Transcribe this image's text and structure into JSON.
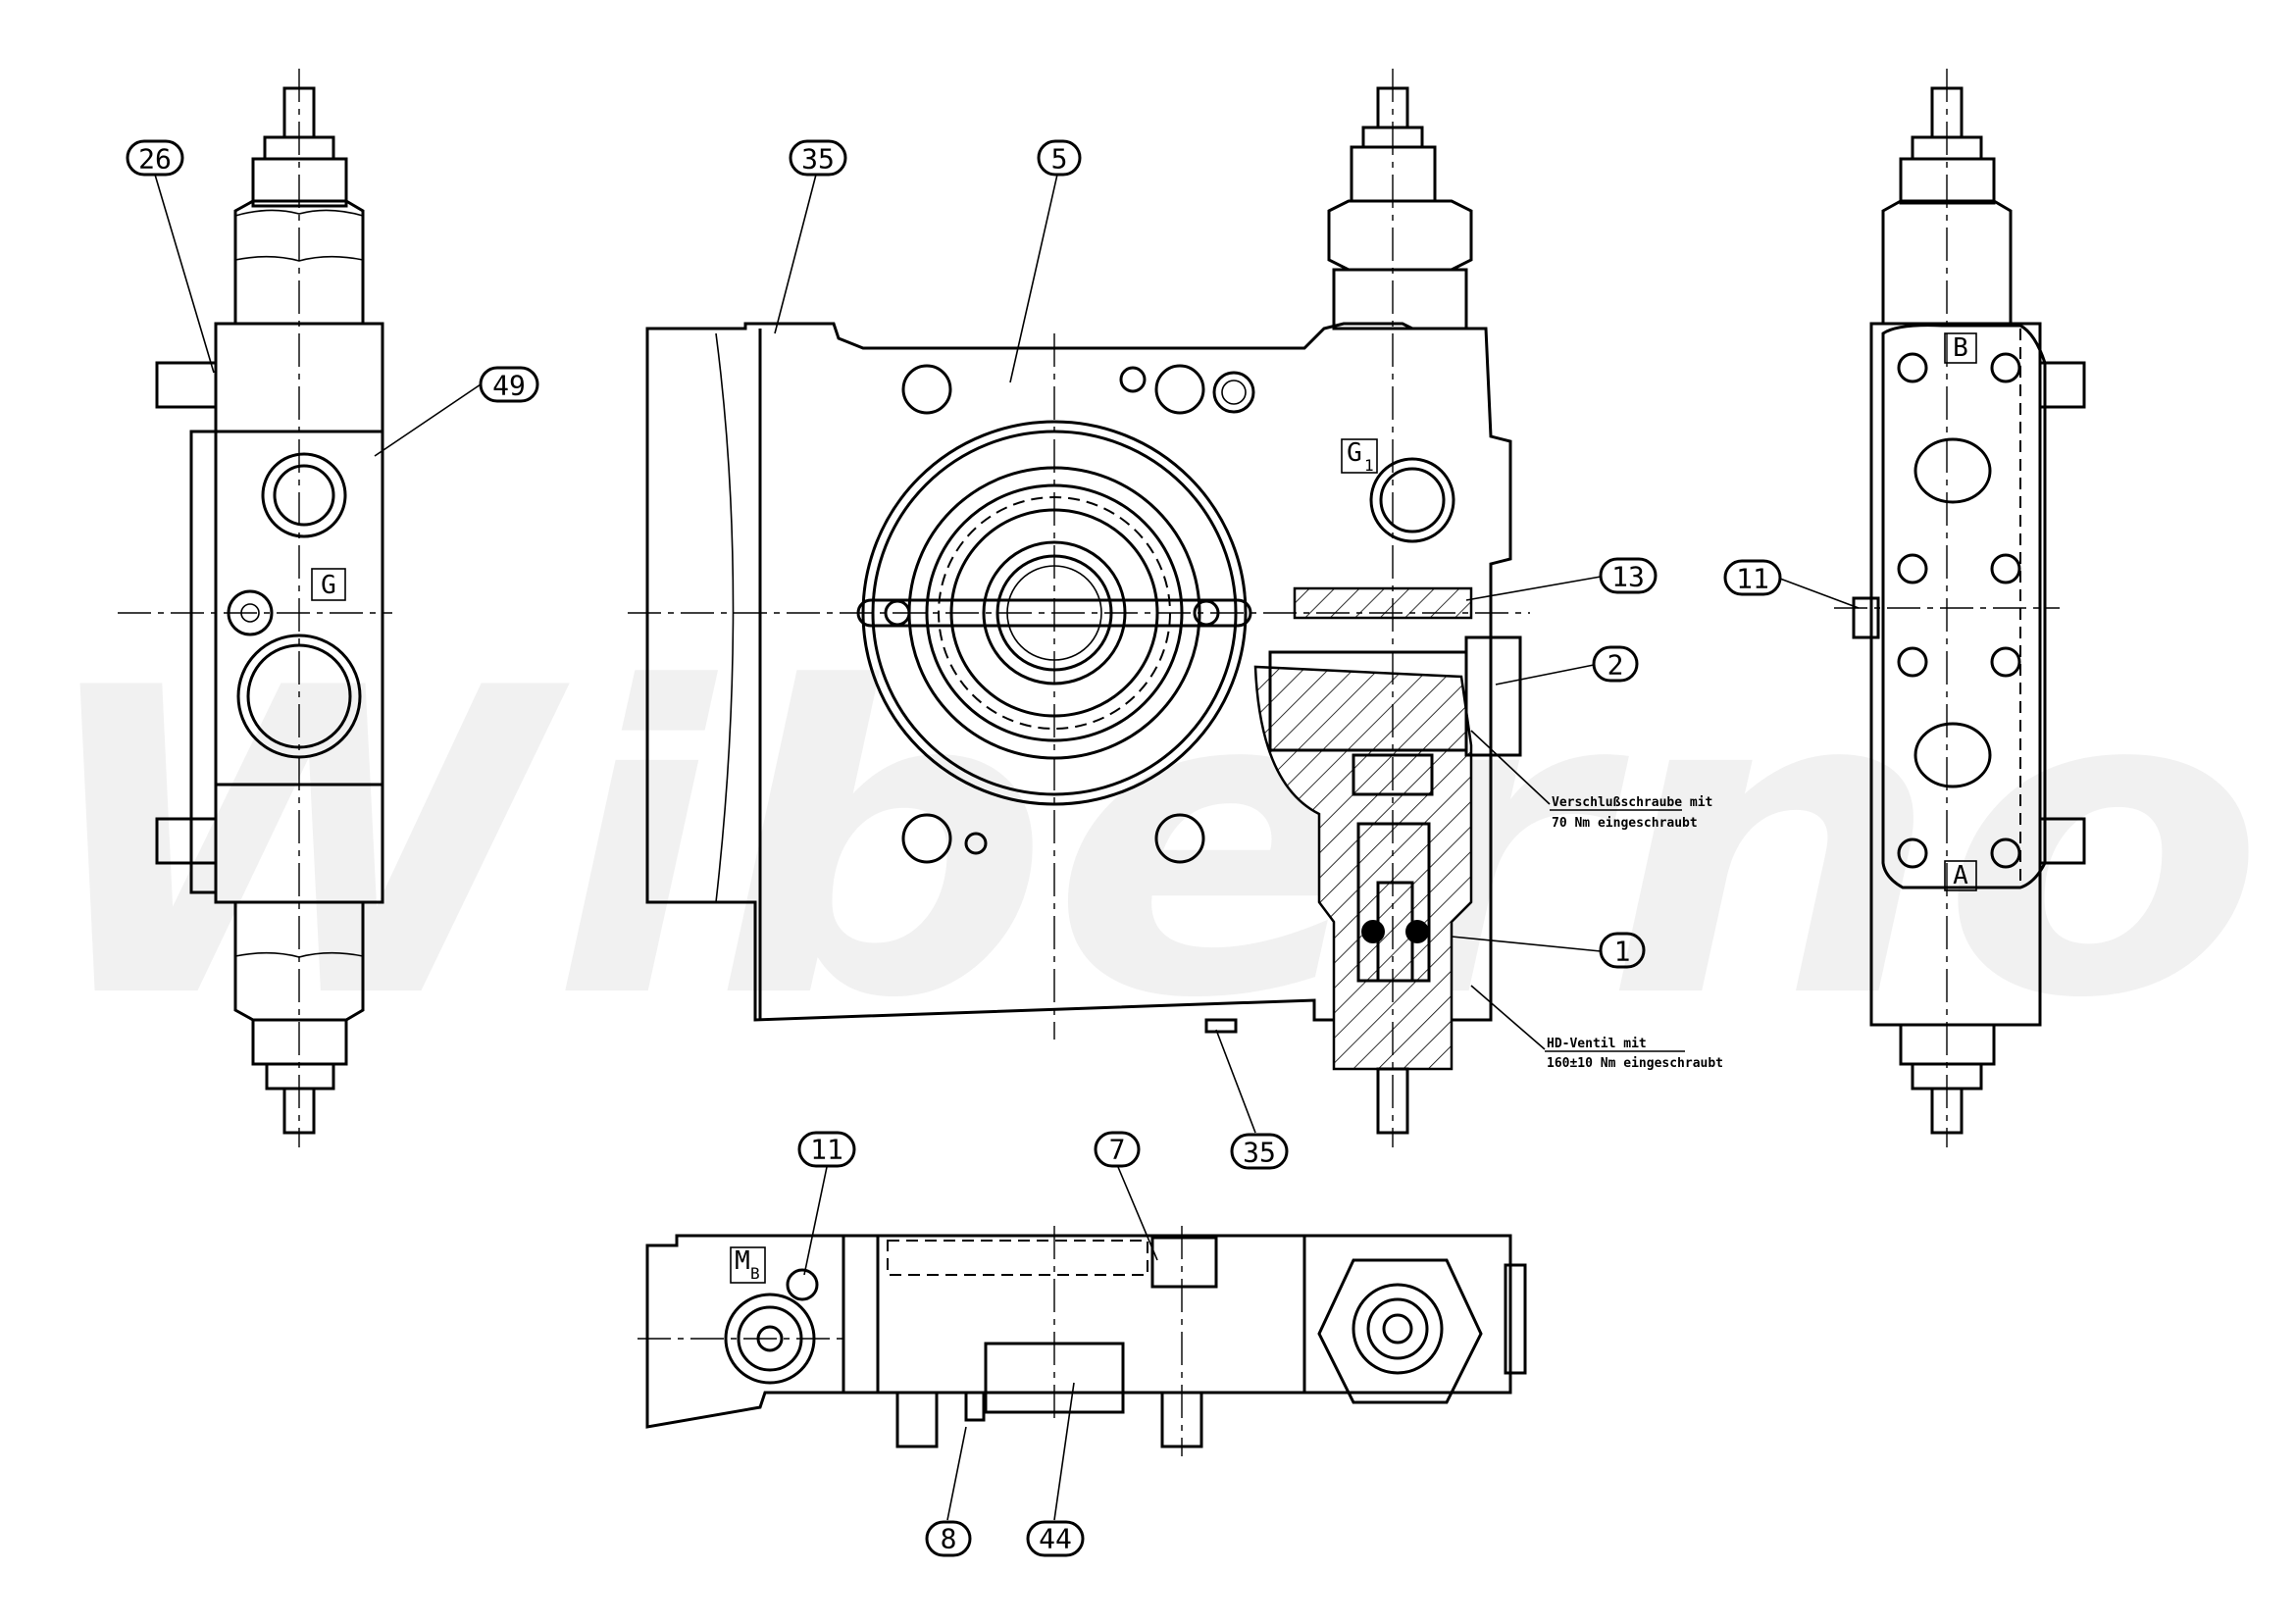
{
  "watermark": {
    "text": "Wiberno",
    "color": "#ececec"
  },
  "colors": {
    "line": "#000000",
    "background": "#ffffff"
  },
  "views": {
    "left_side_view": {
      "port_label": "G",
      "balloons": [
        {
          "id": "26"
        },
        {
          "id": "49"
        }
      ]
    },
    "front_view": {
      "port_label": {
        "main": "G",
        "sub": "1"
      },
      "balloons": [
        {
          "id": "35"
        },
        {
          "id": "5"
        },
        {
          "id": "13"
        },
        {
          "id": "2"
        },
        {
          "id": "1"
        },
        {
          "id": "35"
        }
      ],
      "notes": [
        {
          "line1": "Verschlußschraube mit",
          "line2": "70 Nm eingeschraubt"
        },
        {
          "line1": "HD-Ventil mit",
          "line2": "160±10 Nm eingeschraubt"
        }
      ]
    },
    "right_side_view": {
      "port_labels": [
        "B",
        "A"
      ],
      "balloons": [
        {
          "id": "11"
        }
      ]
    },
    "bottom_view": {
      "port_label": {
        "main": "M",
        "sub": "B"
      },
      "balloons": [
        {
          "id": "11"
        },
        {
          "id": "7"
        },
        {
          "id": "8"
        },
        {
          "id": "44"
        }
      ]
    }
  }
}
